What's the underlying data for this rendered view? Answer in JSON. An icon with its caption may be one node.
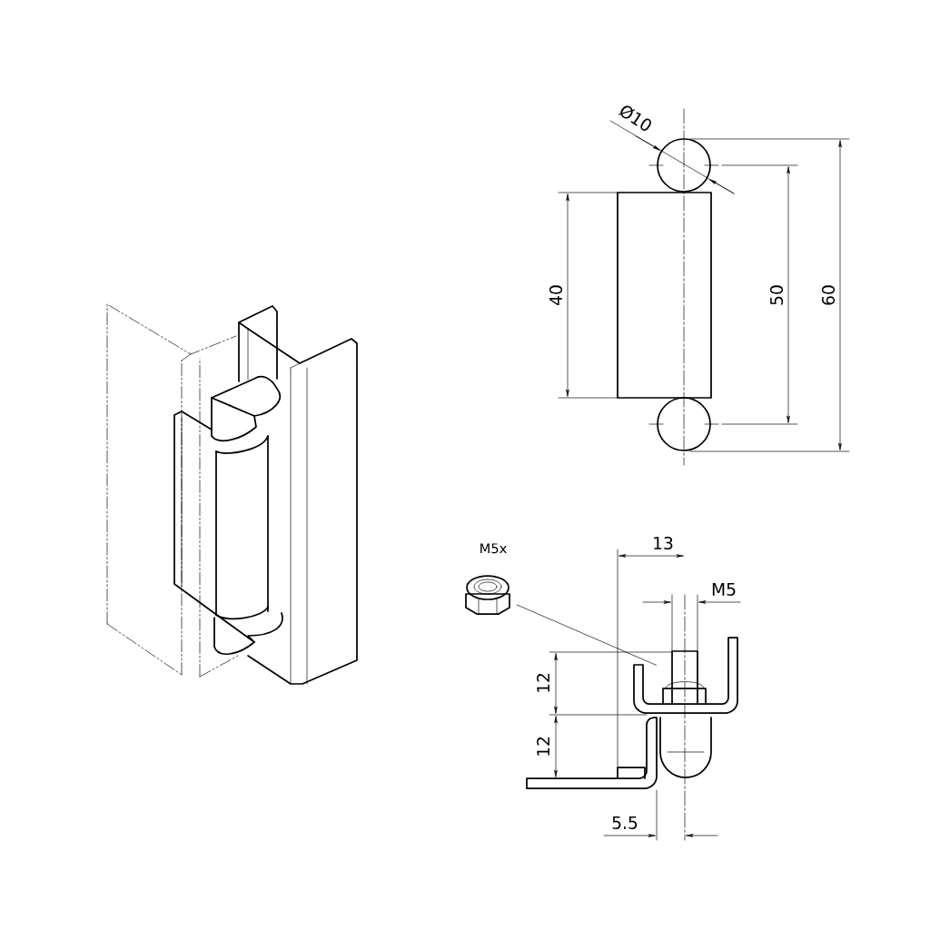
{
  "diagram": {
    "nodes": [
      {
        "text": [],
        "shape": "picture",
        "beside": [
          "M5x"
        ]
      },
      {
        "text": [],
        "shape": "picture"
      }
    ],
    "edges": [
      {
        "from": 0,
        "to": 1,
        "arrow": "none"
      }
    ],
    "labels": [
      "Ø10",
      "40",
      "50",
      "60",
      "13",
      "M5",
      "12",
      "12",
      "5.5"
    ]
  }
}
